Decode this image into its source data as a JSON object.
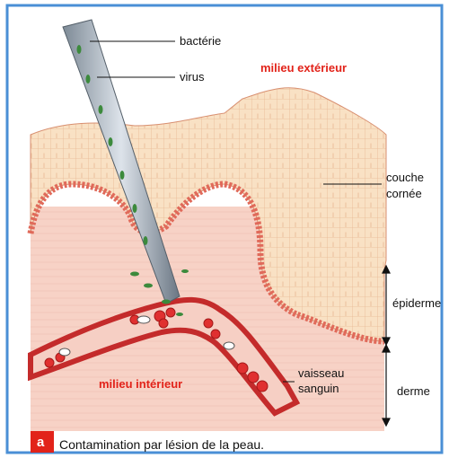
{
  "labels": {
    "bacteria": "bactérie",
    "virus": "virus",
    "outer": "milieu extérieur",
    "horny_1": "couche",
    "horny_2": "cornée",
    "epidermis": "épiderme",
    "inner": "milieu intérieur",
    "vessel_1": "vaisseau",
    "vessel_2": "sanguin",
    "dermis": "derme"
  },
  "caption": {
    "badge": "a",
    "text": "Contamination par lésion de la peau."
  },
  "colors": {
    "frame": "#4a8fd6",
    "label_red": "#e2231a",
    "badge_bg": "#e2231a",
    "skin_outer": "#f2b79a",
    "epidermis_cells": "#f8dcc0",
    "dermis": "#f6cfc4",
    "vessel": "#c42b2b",
    "blood_cell": "#e03030",
    "pathogen": "#3c8a3c"
  }
}
